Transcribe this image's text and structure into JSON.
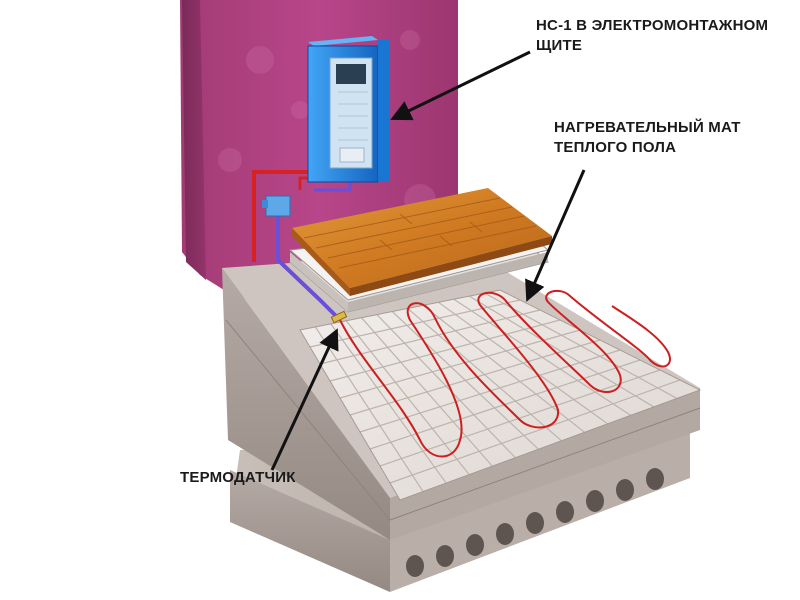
{
  "labels": {
    "controller": {
      "line1": "НС-1 В ЭЛЕКТРОМОНТАЖНОМ",
      "line2": "ЩИТЕ"
    },
    "heating_mat": {
      "line1": "НАГРЕВАТЕЛЬНЫЙ МАТ",
      "line2": "ТЕПЛОГО ПОЛА"
    },
    "sensor": {
      "line1": "ТЕРМОДАТЧИК"
    }
  },
  "colors": {
    "wall": "#b0407e",
    "controller_box": "#1e88e5",
    "parquet": "#d8862c",
    "heating_cable": "#d11919",
    "sensor_wire": "#6a4fd8",
    "concrete": "#a89a94",
    "grid": "#e9e3de"
  }
}
